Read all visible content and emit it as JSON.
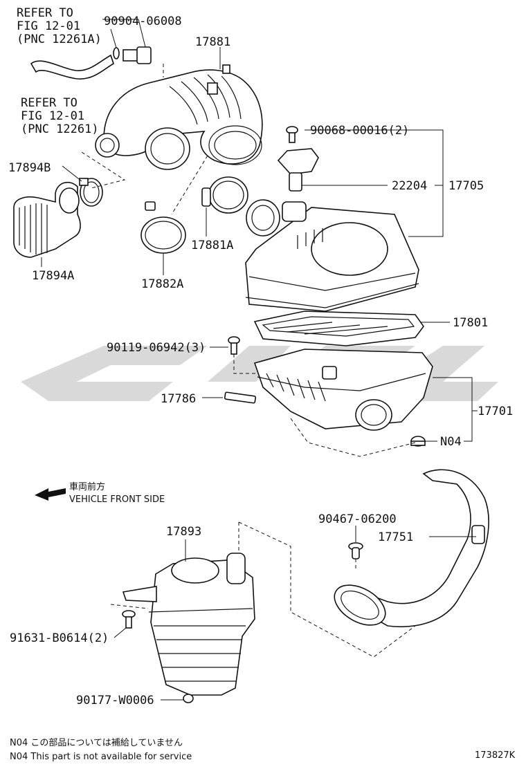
{
  "diagram": {
    "references": {
      "ref_1": [
        "REFER TO",
        "FIG 12-01",
        "(PNC 12261A)"
      ],
      "ref_2": [
        "REFER TO",
        "FIG 12-01",
        "(PNC 12261)"
      ]
    },
    "part_labels": {
      "p_90904": "90904-06008",
      "p_17881": "17881",
      "p_90068": "90068-00016(2)",
      "p_22204": "22204",
      "p_17705": "17705",
      "p_17894B": "17894B",
      "p_17894A": "17894A",
      "p_17881A": "17881A",
      "p_17882A": "17882A",
      "p_17801": "17801",
      "p_90119": "90119-06942(3)",
      "p_17786": "17786",
      "p_17701": "17701",
      "p_N04": "N04",
      "p_90467": "90467-06200",
      "p_17751": "17751",
      "p_17893": "17893",
      "p_91631": "91631-B0614(2)",
      "p_90177": "90177-W0006"
    },
    "front_side": {
      "jp": "車両前方",
      "en": "VEHICLE FRONT SIDE"
    },
    "notes": [
      "N04  この部品については補給していません",
      "N04  This part is not available for service"
    ],
    "figure_code": "173827K"
  }
}
